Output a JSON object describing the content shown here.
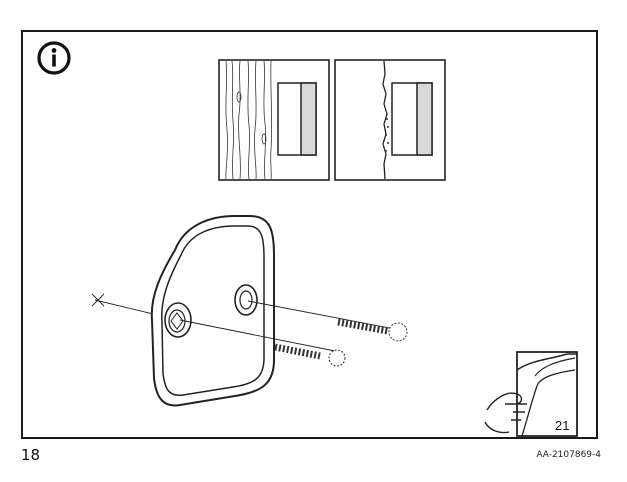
{
  "page": {
    "number": "18",
    "doc_code": "AA-2107869-4"
  },
  "notice": {
    "icon": "info-icon"
  },
  "wall_examples": [
    {
      "type": "wood",
      "icon": "wood-wall-icon"
    },
    {
      "type": "plaster",
      "icon": "plaster-wall-icon"
    }
  ],
  "illustration": {
    "icon": "wall-plate-screws-icon"
  },
  "turn_page": {
    "label": "21",
    "icon": "turn-page-icon"
  }
}
